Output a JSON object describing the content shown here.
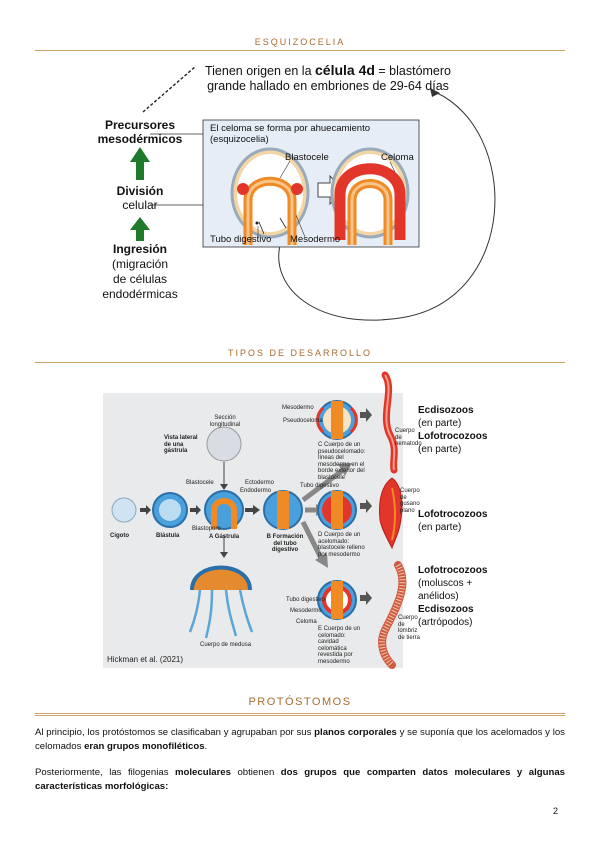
{
  "sections": {
    "esquizocelia": "ESQUIZOCELIA",
    "tipos": "TIPOS DE DESARROLLO",
    "protostomos": "PROTÓSTOMOS"
  },
  "fig1": {
    "origin_line1_a": "Tienen origen en la ",
    "origin_line1_b": "célula 4d",
    "origin_line1_c": " = blastómero",
    "origin_line2": "grande hallado en embriones de 29-64 días",
    "precursores_1": "Precursores",
    "precursores_2": "mesodérmicos",
    "division_1": "División",
    "division_2": "celular",
    "ingresion_1": "Ingresión",
    "ingresion_2": "(migración",
    "ingresion_3": "de células",
    "ingresion_4": "endodérmicas",
    "box_title_1": "El celoma se forma por ahuecamiento",
    "box_title_2": "(esquizocelia)",
    "blastocele": "Blastocele",
    "celoma": "Celoma",
    "tubo": "Tubo digestivo",
    "mesodermo": "Mesodermo"
  },
  "fig2": {
    "lab_seccion": "Sección longitudinal",
    "lab_vista": "Vista lateral de una gástrula",
    "lab_mesodermo": "Mesodermo",
    "lab_pseudoceloma": "Pseudoceloma",
    "lab_blastocele": "Blastocele",
    "lab_endodermo": "Endodermo",
    "lab_ectodermo": "Ectodermo",
    "lab_blastoporo": "Blastoporo",
    "lab_tubo": "Tubo digestivo",
    "lab_cigoto": "Cigoto",
    "lab_blastula": "Blástula",
    "lab_gastrula": "A Gástrula",
    "lab_formacion": "B Formación del tubo digestivo",
    "lab_C": "C Cuerpo de un pseudocelomado: líneas del mesodermo en el borde exterior del blastocele",
    "lab_D": "D Cuerpo de un acelomado: blastocele relleno por mesodermo",
    "lab_E": "E Cuerpo de un celomado: cavidad celomática revestida por mesodermo",
    "lab_medusa": "Cuerpo de medusa",
    "lab_nematodo": "Cuerpo de nematodo",
    "lab_gusano_plano": "Cuerpo de gusano plano",
    "lab_lombriz": "Cuerpo de lombriz de tierra",
    "lab_tubo2": "Tubo digestivo",
    "lab_meso2": "Mesodermo",
    "lab_celoma2": "Celoma",
    "citation": "Hickman et al. (2021)",
    "r1_a": "Ecdisozoos",
    "r1_b": "(en parte)",
    "r1_c": "Lofotrocozoos",
    "r1_d": "(en parte)",
    "r2_a": "Lofotrocozoos",
    "r2_b": "(en parte)",
    "r3_a": "Lofotrocozoos",
    "r3_b": "(moluscos +",
    "r3_c": "anélidos)",
    "r3_d": "Ecdisozoos",
    "r3_e": "(artrópodos)"
  },
  "text": {
    "p1_a": "Al principio, los protóstomos se clasificaban y agrupaban por sus ",
    "p1_b": "planos corporales",
    "p1_c": " y se suponía que los acelomados y los celomados ",
    "p1_d": "eran grupos monofiléticos",
    "p1_e": ".",
    "p2_a": "Posteriormente, las filogenias ",
    "p2_b": "moleculares",
    "p2_c": " obtienen ",
    "p2_d": "dos grupos que comparten datos moleculares y algunas características morfológicas:"
  },
  "page_number": "2",
  "colors": {
    "heading": "#a86b2e",
    "rule": "#c9a56a",
    "arrow_green": "#1f7a2b",
    "embryo_orange": "#f08a24",
    "embryo_red": "#e2362a"
  }
}
